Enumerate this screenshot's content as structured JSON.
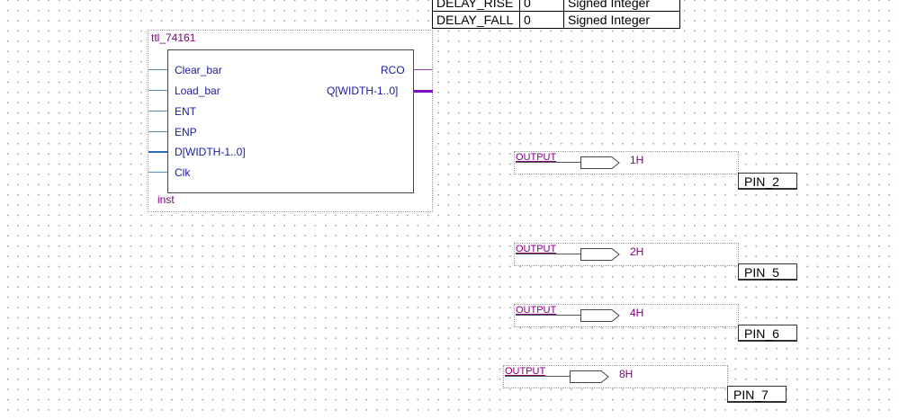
{
  "parameters": [
    {
      "name": "DELAY_RISE",
      "value": "0",
      "type": "Signed Integer"
    },
    {
      "name": "DELAY_FALL",
      "value": "0",
      "type": "Signed Integer"
    }
  ],
  "instance": {
    "symbol": "ttl_74161",
    "name": "inst",
    "inputs": [
      "Clear_bar",
      "Load_bar",
      "ENT",
      "ENP",
      "D[WIDTH-1..0]",
      "Clk"
    ],
    "outputs": [
      "RCO",
      "Q[WIDTH-1..0]"
    ]
  },
  "output_pins": [
    {
      "type": "OUTPUT",
      "name": "1H",
      "location": "PIN_2"
    },
    {
      "type": "OUTPUT",
      "name": "2H",
      "location": "PIN_5"
    },
    {
      "type": "OUTPUT",
      "name": "4H",
      "location": "PIN_6"
    },
    {
      "type": "OUTPUT",
      "name": "8H",
      "location": "PIN_7"
    }
  ],
  "colors": {
    "instance_text": "#800080",
    "port_text": "#1a1aa0",
    "input_wire": "#5b8db8",
    "output_bus": "#7a10c0"
  }
}
